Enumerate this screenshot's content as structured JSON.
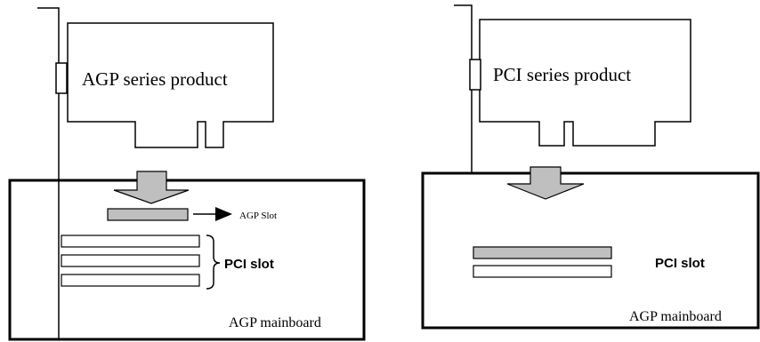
{
  "left_panel": {
    "card_label": "AGP series product",
    "agp_slot_label": "AGP Slot",
    "pci_slot_label": "PCI slot",
    "mainboard_label": "AGP mainboard"
  },
  "right_panel": {
    "card_label": "PCI series product",
    "pci_slot_label": "PCI slot",
    "mainboard_label": "AGP mainboard"
  },
  "colors": {
    "slot_fill": "#bfbfbf",
    "arrow_fill": "#bfbfbf",
    "line": "#000000",
    "background": "#ffffff"
  }
}
